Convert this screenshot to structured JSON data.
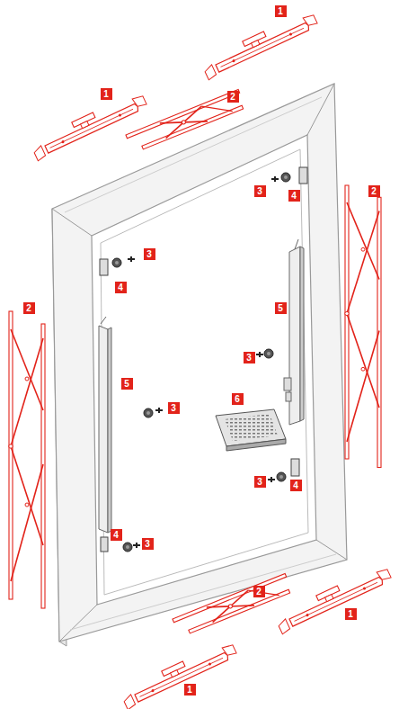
{
  "diagram": {
    "labels": [
      "1",
      "1",
      "2",
      "2",
      "3",
      "4",
      "3",
      "4",
      "2",
      "5",
      "3",
      "5",
      "3",
      "6",
      "3",
      "4",
      "4",
      "3",
      "2",
      "1",
      "1"
    ]
  }
}
